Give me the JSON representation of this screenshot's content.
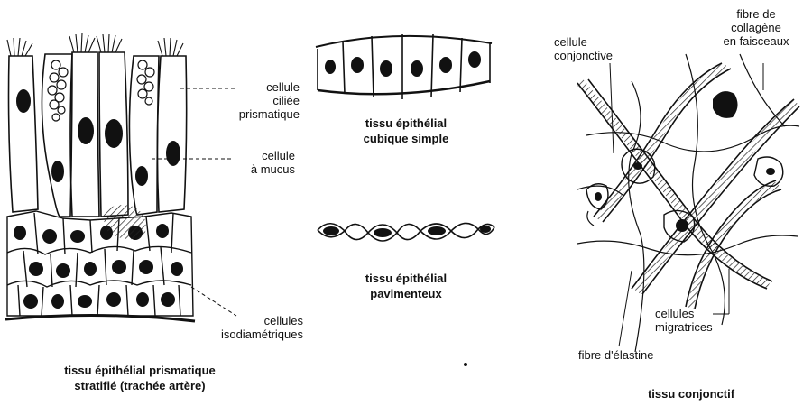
{
  "panels": {
    "stratified": {
      "caption_line1": "tissu épithélial prismatique",
      "caption_line2": "stratifié (trachée artère)",
      "labels": {
        "ciliated_line1": "cellule",
        "ciliated_line2": "ciliée",
        "ciliated_line3": "prismatique",
        "mucus_line1": "cellule",
        "mucus_line2": "à mucus",
        "iso_line1": "cellules",
        "iso_line2": "isodiamétriques"
      }
    },
    "cubic": {
      "caption_line1": "tissu épithélial",
      "caption_line2": "cubique simple"
    },
    "squamous": {
      "caption_line1": "tissu épithélial",
      "caption_line2": "pavimenteux"
    },
    "connective": {
      "caption": "tissu conjonctif",
      "labels": {
        "cell_line1": "cellule",
        "cell_line2": "conjonctive",
        "collagen_line1": "fibre de",
        "collagen_line2": "collagène",
        "collagen_line3": "en faisceaux",
        "migr_line1": "cellules",
        "migr_line2": "migratrices",
        "elastin": "fibre d'élastine"
      }
    }
  },
  "colors": {
    "ink": "#111111",
    "paper": "#ffffff"
  }
}
